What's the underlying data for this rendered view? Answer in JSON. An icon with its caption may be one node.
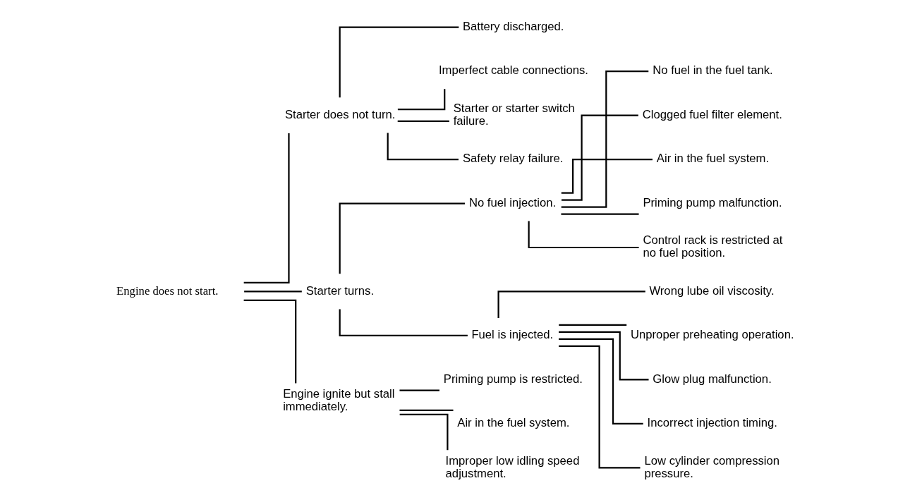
{
  "diagram": {
    "nodes": [
      {
        "text": [
          "Engine does not start."
        ]
      },
      {
        "text": [
          "Starter does not turn."
        ]
      },
      {
        "text": [
          "Battery discharged."
        ]
      },
      {
        "text": [
          "Imperfect cable connections."
        ]
      },
      {
        "text": [
          "Starter or starter switch failure."
        ]
      },
      {
        "text": [
          "Safety relay failure."
        ]
      },
      {
        "text": [
          "Starter turns."
        ]
      },
      {
        "text": [
          "No fuel injection."
        ]
      },
      {
        "text": [
          "No fuel in the fuel tank."
        ]
      },
      {
        "text": [
          "Clogged fuel filter element."
        ]
      },
      {
        "text": [
          "Air in the fuel system."
        ]
      },
      {
        "text": [
          "Priming pump malfunction."
        ]
      },
      {
        "text": [
          "Control rack is restricted at no fuel position."
        ]
      },
      {
        "text": [
          "Fuel is injected."
        ]
      },
      {
        "text": [
          "Wrong lube oil viscosity."
        ]
      },
      {
        "text": [
          "Unproper preheating operation."
        ]
      },
      {
        "text": [
          "Glow plug malfunction."
        ]
      },
      {
        "text": [
          "Incorrect injection timing."
        ]
      },
      {
        "text": [
          "Low cylinder compression pressure."
        ]
      },
      {
        "text": [
          "Engine ignite but stall immediately."
        ]
      },
      {
        "text": [
          "Priming pump is restricted."
        ]
      },
      {
        "text": [
          "Air in the fuel system."
        ]
      },
      {
        "text": [
          "Improper low idling speed adjustment."
        ]
      }
    ],
    "edges": [
      {
        "from": 0,
        "to": 1,
        "arrow": "none"
      },
      {
        "from": 0,
        "to": 6,
        "arrow": "none"
      },
      {
        "from": 0,
        "to": 19,
        "arrow": "none"
      },
      {
        "from": 1,
        "to": 2,
        "arrow": "none"
      },
      {
        "from": 1,
        "to": 3,
        "arrow": "none"
      },
      {
        "from": 1,
        "to": 4,
        "arrow": "none"
      },
      {
        "from": 1,
        "to": 5,
        "arrow": "none"
      },
      {
        "from": 6,
        "to": 7,
        "arrow": "none"
      },
      {
        "from": 6,
        "to": 13,
        "arrow": "none"
      },
      {
        "from": 7,
        "to": 8,
        "arrow": "none"
      },
      {
        "from": 7,
        "to": 9,
        "arrow": "none"
      },
      {
        "from": 7,
        "to": 10,
        "arrow": "none"
      },
      {
        "from": 7,
        "to": 11,
        "arrow": "none"
      },
      {
        "from": 7,
        "to": 12,
        "arrow": "none"
      },
      {
        "from": 13,
        "to": 14,
        "arrow": "none"
      },
      {
        "from": 13,
        "to": 15,
        "arrow": "none"
      },
      {
        "from": 13,
        "to": 16,
        "arrow": "none"
      },
      {
        "from": 13,
        "to": 17,
        "arrow": "none"
      },
      {
        "from": 13,
        "to": 18,
        "arrow": "none"
      },
      {
        "from": 19,
        "to": 20,
        "arrow": "none"
      },
      {
        "from": 19,
        "to": 21,
        "arrow": "none"
      },
      {
        "from": 19,
        "to": 22,
        "arrow": "none"
      }
    ]
  }
}
